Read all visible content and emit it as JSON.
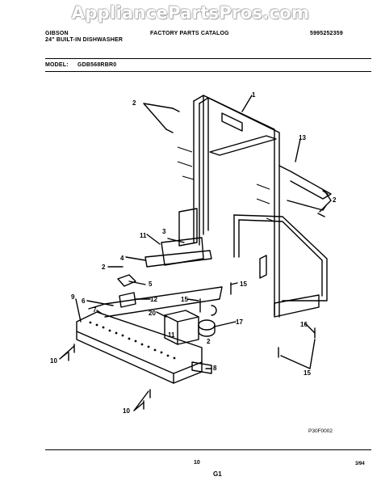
{
  "watermark": "AppliancePartsPros.com",
  "header": {
    "brand": "GIBSON",
    "product": "24\" BUILT-IN DISHWASHER",
    "catalog": "FACTORY PARTS CATALOG",
    "doc_number": "5995252359",
    "model_label": "MODEL:",
    "model_number": "GDB568RBR0"
  },
  "callouts": [
    "1",
    "2",
    "2",
    "2",
    "3",
    "4",
    "5",
    "6",
    "7",
    "8",
    "9",
    "10",
    "10",
    "11",
    "11",
    "12",
    "13",
    "15",
    "15",
    "15",
    "16",
    "17",
    "20",
    "2"
  ],
  "drawing_code": "P30F0002",
  "footer": {
    "page": "10",
    "section": "G1",
    "date": "3/94"
  }
}
